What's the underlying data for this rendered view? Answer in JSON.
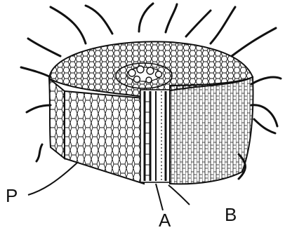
{
  "labels": {
    "p": "P",
    "a": "A",
    "b": "B"
  },
  "colors": {
    "ink": "#111111",
    "background": "#ffffff"
  }
}
